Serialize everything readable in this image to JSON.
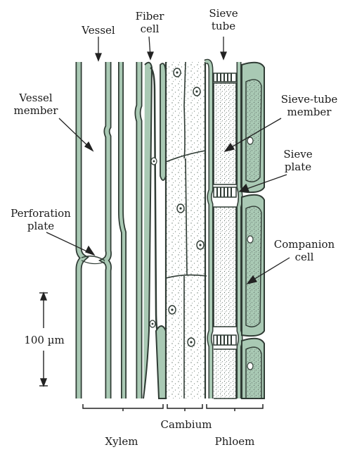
{
  "colors": {
    "cell_wall": "#a9c9b4",
    "cell_wall_stroke": "#2f3b34",
    "cytoplasm_dots": "#6f7f76",
    "leader_line": "#222222",
    "background": "#ffffff"
  },
  "labels": {
    "vessel": "Vessel",
    "fiber_cell_line1": "Fiber",
    "fiber_cell_line2": "cell",
    "sieve_tube_line1": "Sieve",
    "sieve_tube_line2": "tube",
    "vessel_member_line1": "Vessel",
    "vessel_member_line2": "member",
    "sieve_tube_member_line1": "Sieve-tube",
    "sieve_tube_member_line2": "member",
    "sieve_plate_line1": "Sieve",
    "sieve_plate_line2": "plate",
    "perforation_plate_line1": "Perforation",
    "perforation_plate_line2": "plate",
    "companion_cell_line1": "Companion",
    "companion_cell_line2": "cell",
    "scale_bar": "100 µm",
    "cambium": "Cambium",
    "xylem": "Xylem",
    "phloem": "Phloem"
  }
}
